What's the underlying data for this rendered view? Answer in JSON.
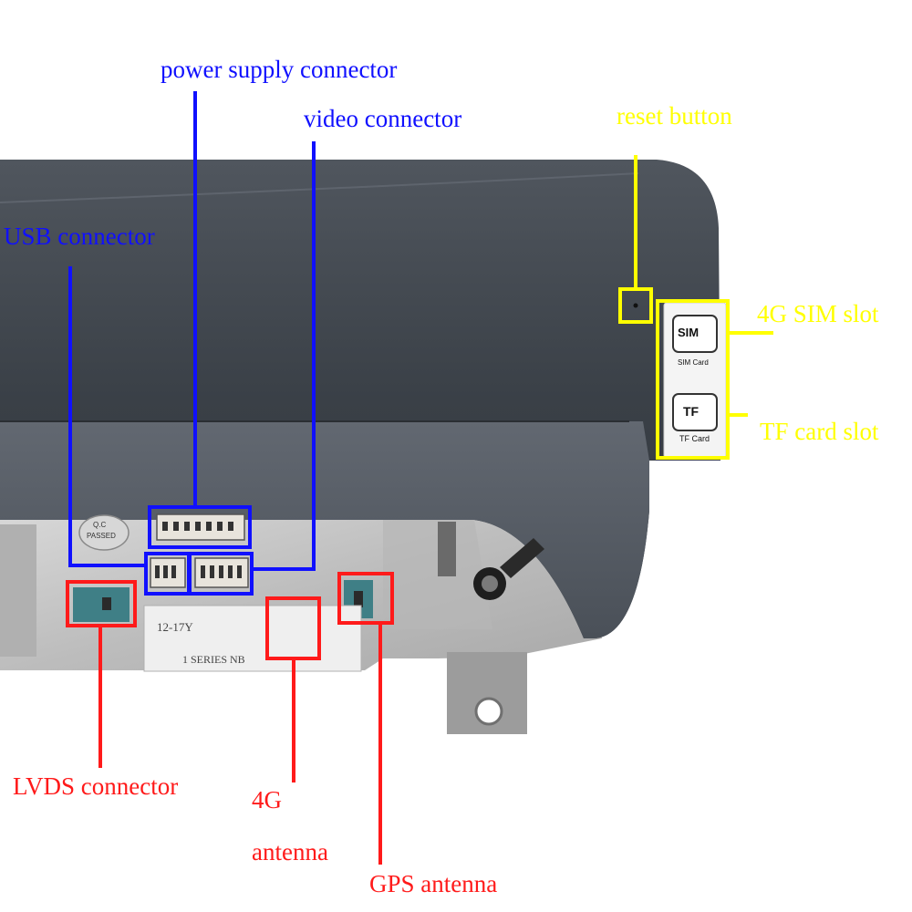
{
  "colors": {
    "blue": "#1010ff",
    "red": "#ff1a1a",
    "yellow": "#ffff00",
    "housing_dark": "#3b4149",
    "housing_mid": "#5a6069",
    "metal": "#c8c8c8"
  },
  "labels": {
    "power_supply": "power supply connector",
    "video": "video connector",
    "usb": "USB connector",
    "reset": "reset button",
    "sim_slot": "4G SIM slot",
    "tf_slot": "TF card slot",
    "lvds": "LVDS connector",
    "antenna_4g_line1": "4G",
    "antenna_4g_line2": "antenna",
    "gps": "GPS antenna"
  },
  "device_text": {
    "qc_line1": "Q.C",
    "qc_line2": "PASSED",
    "sim_icon": "SIM",
    "sim_caption": "SIM Card",
    "tf_icon": "TF",
    "tf_caption": "TF Card",
    "sticker_line1": "12-17Y",
    "sticker_line2": "1 SERIES NB"
  }
}
